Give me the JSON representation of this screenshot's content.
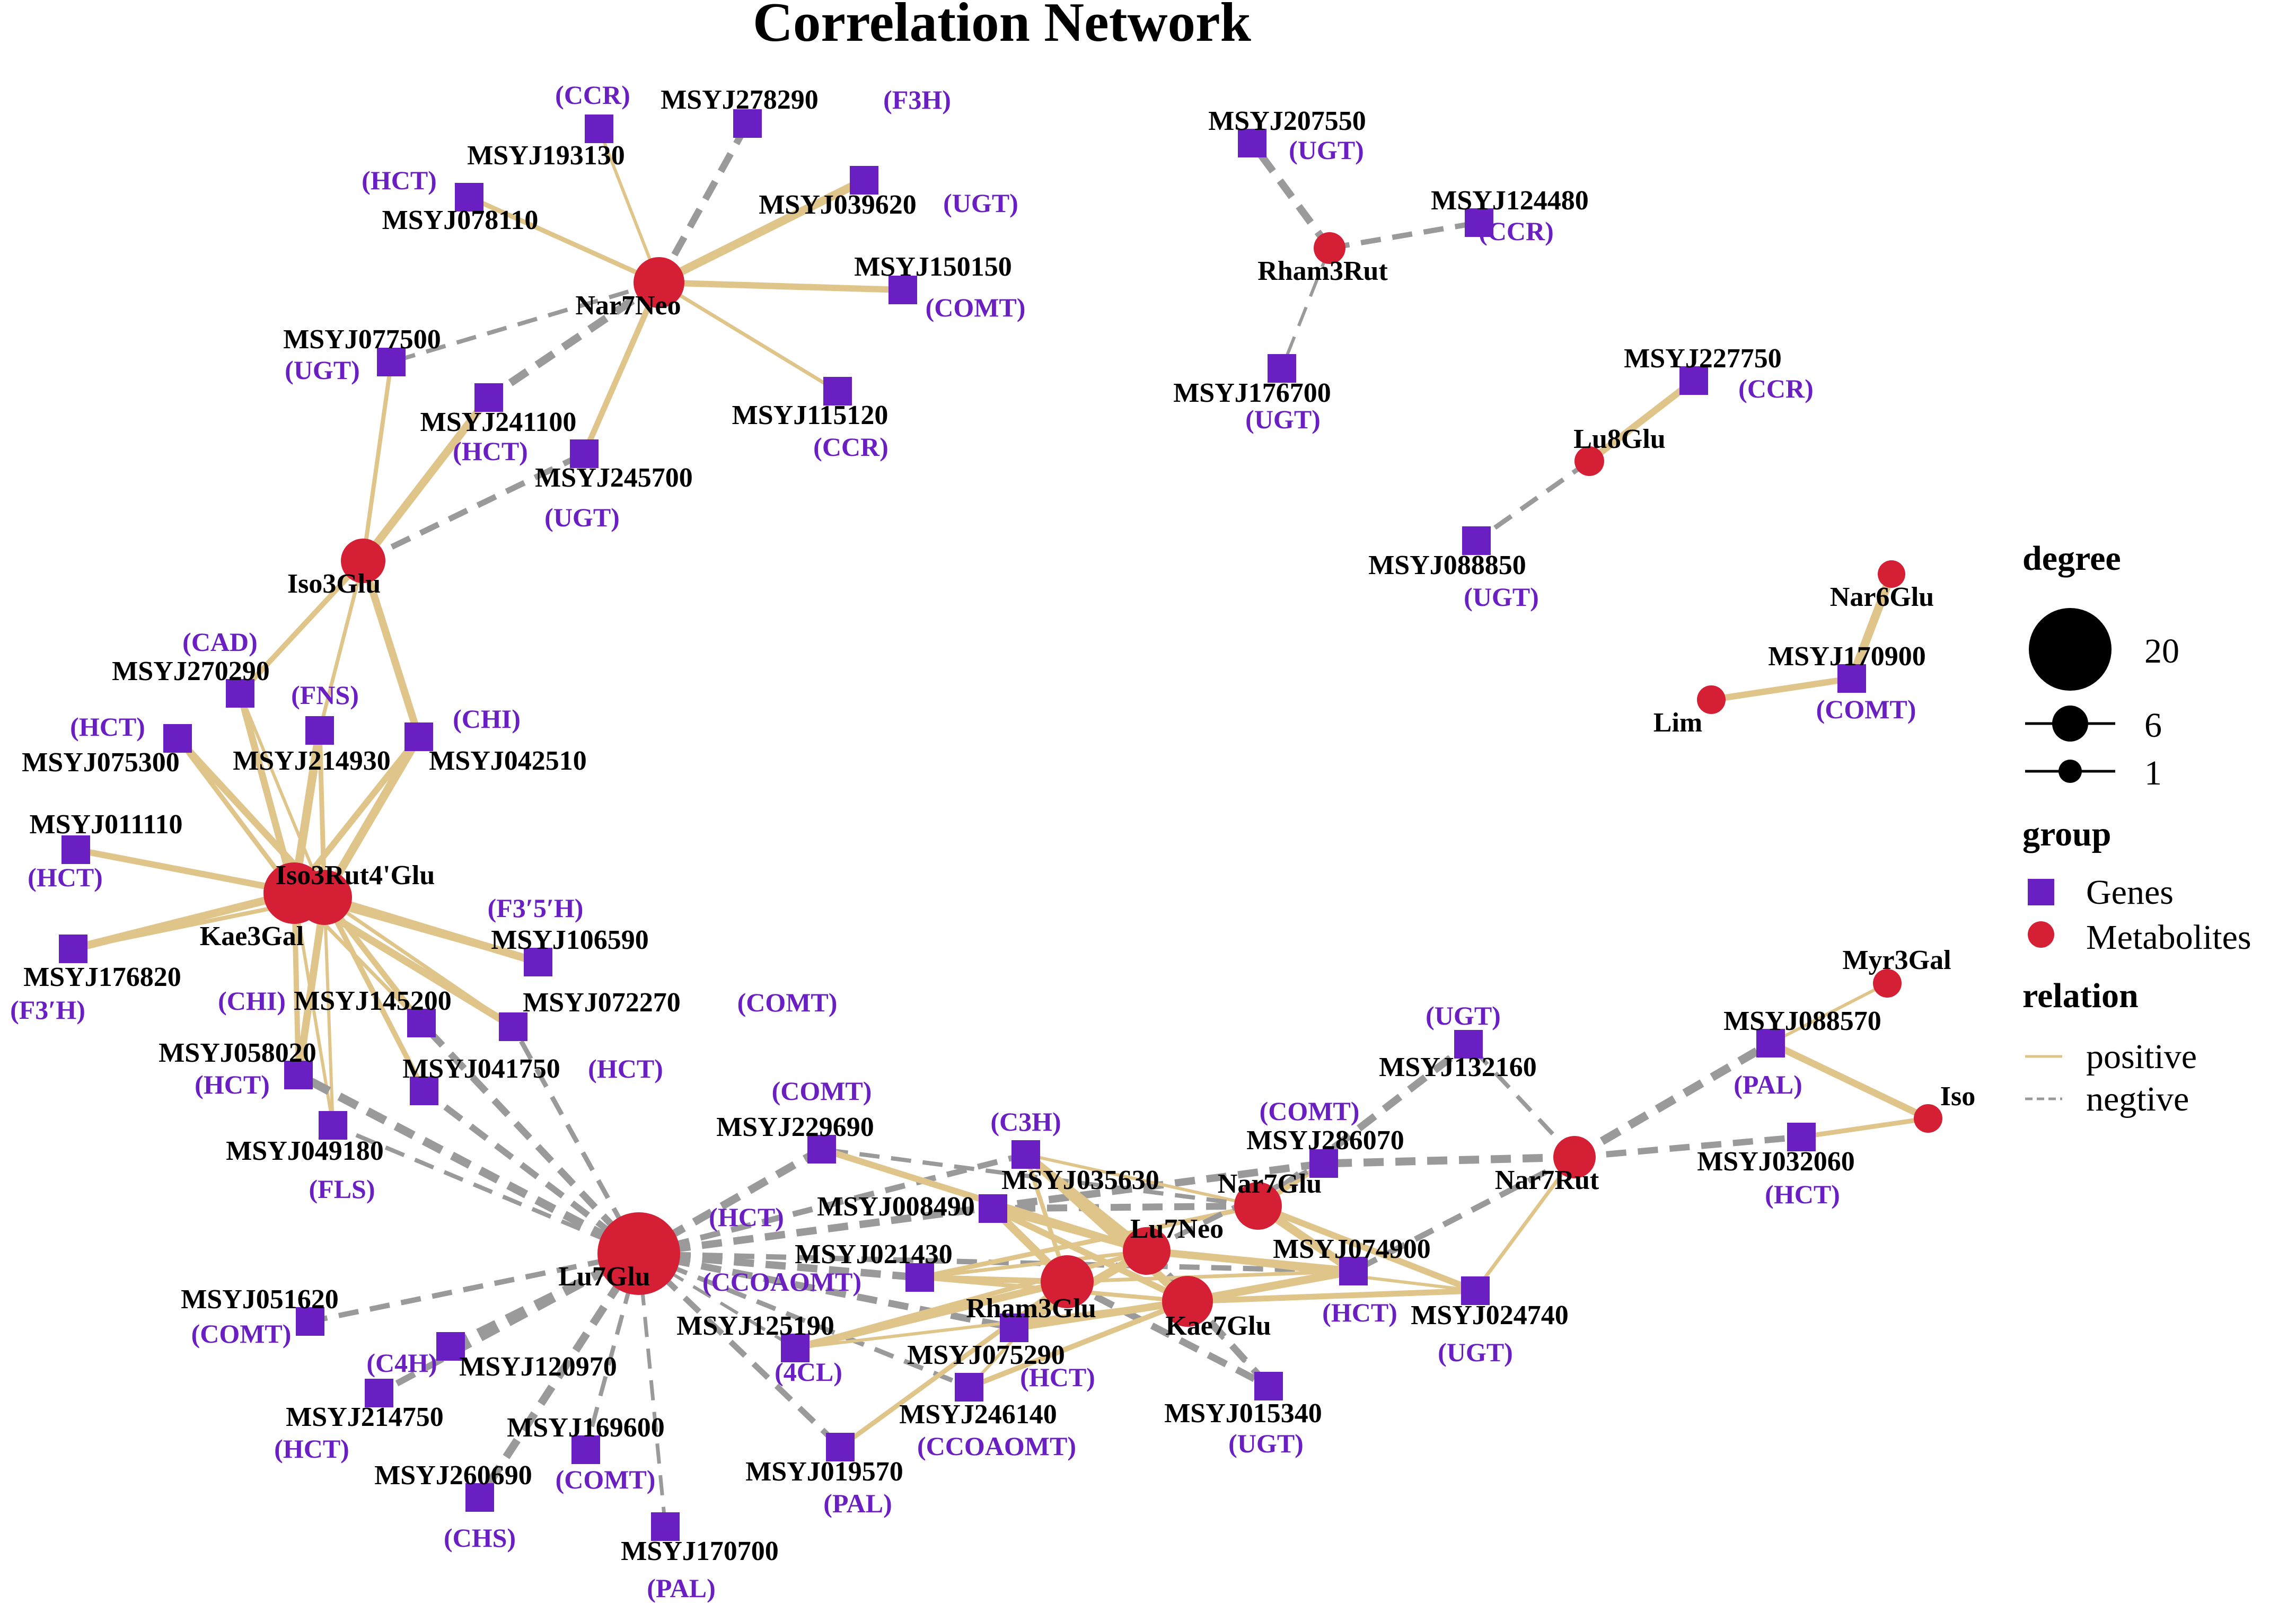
{
  "title": "Correlation Network",
  "colors": {
    "gene": "#6a1fc2",
    "metabolite": "#d41f35",
    "positive": "#e0c58a",
    "negative": "#9a9a9a",
    "annotation": "#6a1fc2"
  },
  "legend": {
    "degree_title": "degree",
    "degree_values": [
      "20",
      "6",
      "1"
    ],
    "group_title": "group",
    "groups": [
      "Genes",
      "Metabolites"
    ],
    "relation_title": "relation",
    "relations": [
      "positive",
      "negtive"
    ]
  },
  "nodes": [
    {
      "id": "MSYJ193130",
      "type": "gene",
      "annotation": "(CCR)"
    },
    {
      "id": "MSYJ278290",
      "type": "gene",
      "annotation": "(F3H)"
    },
    {
      "id": "MSYJ078110",
      "type": "gene",
      "annotation": "(HCT)"
    },
    {
      "id": "MSYJ039620",
      "type": "gene",
      "annotation": "(UGT)"
    },
    {
      "id": "MSYJ150150",
      "type": "gene",
      "annotation": "(COMT)"
    },
    {
      "id": "MSYJ077500",
      "type": "gene",
      "annotation": "(UGT)"
    },
    {
      "id": "MSYJ241100",
      "type": "gene",
      "annotation": "(HCT)"
    },
    {
      "id": "MSYJ245700",
      "type": "gene",
      "annotation": "(UGT)"
    },
    {
      "id": "MSYJ115120",
      "type": "gene",
      "annotation": "(CCR)"
    },
    {
      "id": "MSYJ207550",
      "type": "gene",
      "annotation": "(UGT)"
    },
    {
      "id": "MSYJ124480",
      "type": "gene",
      "annotation": "(CCR)"
    },
    {
      "id": "MSYJ176700",
      "type": "gene",
      "annotation": "(UGT)"
    },
    {
      "id": "MSYJ227750",
      "type": "gene",
      "annotation": "(CCR)"
    },
    {
      "id": "MSYJ088850",
      "type": "gene",
      "annotation": "(UGT)"
    },
    {
      "id": "MSYJ170900",
      "type": "gene",
      "annotation": "(COMT)"
    },
    {
      "id": "MSYJ270290",
      "type": "gene",
      "annotation": "(CAD)"
    },
    {
      "id": "MSYJ075300",
      "type": "gene",
      "annotation": "(HCT)"
    },
    {
      "id": "MSYJ214930",
      "type": "gene",
      "annotation": "(FNS)"
    },
    {
      "id": "MSYJ042510",
      "type": "gene",
      "annotation": "(CHI)"
    },
    {
      "id": "MSYJ011110",
      "type": "gene",
      "annotation": "(HCT)"
    },
    {
      "id": "MSYJ106590",
      "type": "gene",
      "annotation": "(F3′5′H)"
    },
    {
      "id": "MSYJ176820",
      "type": "gene",
      "annotation": "(F3′H)"
    },
    {
      "id": "MSYJ145200",
      "type": "gene",
      "annotation": "(CHI)"
    },
    {
      "id": "MSYJ072270",
      "type": "gene",
      "annotation": "(COMT)"
    },
    {
      "id": "MSYJ058020",
      "type": "gene",
      "annotation": "(HCT)"
    },
    {
      "id": "MSYJ041750",
      "type": "gene",
      "annotation": "(HCT)"
    },
    {
      "id": "MSYJ049180",
      "type": "gene",
      "annotation": "(FLS)"
    },
    {
      "id": "MSYJ229690",
      "type": "gene",
      "annotation": "(COMT)"
    },
    {
      "id": "MSYJ035630",
      "type": "gene",
      "annotation": "(C3H)"
    },
    {
      "id": "MSYJ008490",
      "type": "gene",
      "annotation": "(HCT)"
    },
    {
      "id": "MSYJ021430",
      "type": "gene",
      "annotation": "(CCOAOMT)"
    },
    {
      "id": "MSYJ132160",
      "type": "gene",
      "annotation": "(UGT)"
    },
    {
      "id": "MSYJ286070",
      "type": "gene",
      "annotation": "(COMT)"
    },
    {
      "id": "MSYJ088570",
      "type": "gene",
      "annotation": "(PAL)"
    },
    {
      "id": "MSYJ032060",
      "type": "gene",
      "annotation": "(HCT)"
    },
    {
      "id": "MSYJ074900",
      "type": "gene",
      "annotation": "(HCT)"
    },
    {
      "id": "MSYJ024740",
      "type": "gene",
      "annotation": "(UGT)"
    },
    {
      "id": "MSYJ051620",
      "type": "gene",
      "annotation": "(COMT)"
    },
    {
      "id": "MSYJ125190",
      "type": "gene",
      "annotation": "(4CL)"
    },
    {
      "id": "MSYJ075290",
      "type": "gene",
      "annotation": "(HCT)"
    },
    {
      "id": "MSYJ246140",
      "type": "gene",
      "annotation": "(CCOAOMT)"
    },
    {
      "id": "MSYJ015340",
      "type": "gene",
      "annotation": "(UGT)"
    },
    {
      "id": "MSYJ120970",
      "type": "gene",
      "annotation": "(C4H)"
    },
    {
      "id": "MSYJ214750",
      "type": "gene",
      "annotation": "(HCT)"
    },
    {
      "id": "MSYJ169600",
      "type": "gene",
      "annotation": "(COMT)"
    },
    {
      "id": "MSYJ260690",
      "type": "gene",
      "annotation": "(CHS)"
    },
    {
      "id": "MSYJ019570",
      "type": "gene",
      "annotation": "(PAL)"
    },
    {
      "id": "MSYJ170700",
      "type": "gene",
      "annotation": "(PAL)"
    },
    {
      "id": "Nar7Neo",
      "type": "metabolite",
      "annotation": ""
    },
    {
      "id": "Rham3Rut",
      "type": "metabolite",
      "annotation": ""
    },
    {
      "id": "Lu8Glu",
      "type": "metabolite",
      "annotation": ""
    },
    {
      "id": "Nar6Glu",
      "type": "metabolite",
      "annotation": ""
    },
    {
      "id": "Lim",
      "type": "metabolite",
      "annotation": ""
    },
    {
      "id": "Iso3Glu",
      "type": "metabolite",
      "annotation": ""
    },
    {
      "id": "Iso3Rut4'Glu",
      "type": "metabolite",
      "annotation": ""
    },
    {
      "id": "Kae3Gal",
      "type": "metabolite",
      "annotation": ""
    },
    {
      "id": "Lu7Glu",
      "type": "metabolite",
      "annotation": ""
    },
    {
      "id": "Myr3Gal",
      "type": "metabolite",
      "annotation": ""
    },
    {
      "id": "Iso",
      "type": "metabolite",
      "annotation": ""
    },
    {
      "id": "Nar7Rut",
      "type": "metabolite",
      "annotation": ""
    },
    {
      "id": "Nar7Glu",
      "type": "metabolite",
      "annotation": ""
    },
    {
      "id": "Lu7Neo",
      "type": "metabolite",
      "annotation": ""
    },
    {
      "id": "Rham3Glu",
      "type": "metabolite",
      "annotation": ""
    },
    {
      "id": "Kae7Glu",
      "type": "metabolite",
      "annotation": ""
    }
  ],
  "edges": [
    {
      "source": "Nar7Neo",
      "target": "MSYJ193130",
      "relation": "positive"
    },
    {
      "source": "Nar7Neo",
      "target": "MSYJ278290",
      "relation": "negative"
    },
    {
      "source": "Nar7Neo",
      "target": "MSYJ078110",
      "relation": "positive"
    },
    {
      "source": "Nar7Neo",
      "target": "MSYJ039620",
      "relation": "positive"
    },
    {
      "source": "Nar7Neo",
      "target": "MSYJ150150",
      "relation": "positive"
    },
    {
      "source": "Nar7Neo",
      "target": "MSYJ077500",
      "relation": "negative"
    },
    {
      "source": "Nar7Neo",
      "target": "MSYJ241100",
      "relation": "negative"
    },
    {
      "source": "Nar7Neo",
      "target": "MSYJ245700",
      "relation": "positive"
    },
    {
      "source": "Nar7Neo",
      "target": "MSYJ115120",
      "relation": "positive"
    },
    {
      "source": "Rham3Rut",
      "target": "MSYJ207550",
      "relation": "negative"
    },
    {
      "source": "Rham3Rut",
      "target": "MSYJ124480",
      "relation": "negative"
    },
    {
      "source": "Rham3Rut",
      "target": "MSYJ176700",
      "relation": "negative"
    },
    {
      "source": "Lu8Glu",
      "target": "MSYJ227750",
      "relation": "positive"
    },
    {
      "source": "Lu8Glu",
      "target": "MSYJ088850",
      "relation": "negative"
    },
    {
      "source": "Nar6Glu",
      "target": "MSYJ170900",
      "relation": "positive"
    },
    {
      "source": "Lim",
      "target": "MSYJ170900",
      "relation": "positive"
    },
    {
      "source": "Iso3Glu",
      "target": "MSYJ077500",
      "relation": "positive"
    },
    {
      "source": "Iso3Glu",
      "target": "MSYJ241100",
      "relation": "positive"
    },
    {
      "source": "Iso3Glu",
      "target": "MSYJ245700",
      "relation": "negative"
    },
    {
      "source": "Iso3Glu",
      "target": "MSYJ214930",
      "relation": "positive"
    },
    {
      "source": "Iso3Glu",
      "target": "MSYJ042510",
      "relation": "positive"
    },
    {
      "source": "Iso3Glu",
      "target": "MSYJ270290",
      "relation": "positive"
    },
    {
      "source": "Iso3Rut4'Glu",
      "target": "MSYJ270290",
      "relation": "positive"
    },
    {
      "source": "Iso3Rut4'Glu",
      "target": "MSYJ075300",
      "relation": "positive"
    },
    {
      "source": "Iso3Rut4'Glu",
      "target": "MSYJ214930",
      "relation": "positive"
    },
    {
      "source": "Iso3Rut4'Glu",
      "target": "MSYJ042510",
      "relation": "positive"
    },
    {
      "source": "Iso3Rut4'Glu",
      "target": "MSYJ011110",
      "relation": "positive"
    },
    {
      "source": "Iso3Rut4'Glu",
      "target": "MSYJ176820",
      "relation": "positive"
    },
    {
      "source": "Iso3Rut4'Glu",
      "target": "MSYJ106590",
      "relation": "positive"
    },
    {
      "source": "Iso3Rut4'Glu",
      "target": "MSYJ145200",
      "relation": "positive"
    },
    {
      "source": "Iso3Rut4'Glu",
      "target": "MSYJ072270",
      "relation": "positive"
    },
    {
      "source": "Iso3Rut4'Glu",
      "target": "MSYJ058020",
      "relation": "positive"
    },
    {
      "source": "Iso3Rut4'Glu",
      "target": "MSYJ041750",
      "relation": "positive"
    },
    {
      "source": "Iso3Rut4'Glu",
      "target": "MSYJ049180",
      "relation": "positive"
    },
    {
      "source": "Kae3Gal",
      "target": "MSYJ270290",
      "relation": "positive"
    },
    {
      "source": "Kae3Gal",
      "target": "MSYJ075300",
      "relation": "positive"
    },
    {
      "source": "Kae3Gal",
      "target": "MSYJ214930",
      "relation": "positive"
    },
    {
      "source": "Kae3Gal",
      "target": "MSYJ042510",
      "relation": "positive"
    },
    {
      "source": "Kae3Gal",
      "target": "MSYJ011110",
      "relation": "positive"
    },
    {
      "source": "Kae3Gal",
      "target": "MSYJ176820",
      "relation": "positive"
    },
    {
      "source": "Kae3Gal",
      "target": "MSYJ106590",
      "relation": "positive"
    },
    {
      "source": "Kae3Gal",
      "target": "MSYJ145200",
      "relation": "positive"
    },
    {
      "source": "Kae3Gal",
      "target": "MSYJ072270",
      "relation": "positive"
    },
    {
      "source": "Kae3Gal",
      "target": "MSYJ058020",
      "relation": "positive"
    },
    {
      "source": "Kae3Gal",
      "target": "MSYJ049180",
      "relation": "positive"
    },
    {
      "source": "Lu7Glu",
      "target": "MSYJ145200",
      "relation": "negative"
    },
    {
      "source": "Lu7Glu",
      "target": "MSYJ072270",
      "relation": "negative"
    },
    {
      "source": "Lu7Glu",
      "target": "MSYJ058020",
      "relation": "negative"
    },
    {
      "source": "Lu7Glu",
      "target": "MSYJ041750",
      "relation": "negative"
    },
    {
      "source": "Lu7Glu",
      "target": "MSYJ049180",
      "relation": "negative"
    },
    {
      "source": "Lu7Glu",
      "target": "MSYJ229690",
      "relation": "negative"
    },
    {
      "source": "Lu7Glu",
      "target": "MSYJ035630",
      "relation": "negative"
    },
    {
      "source": "Lu7Glu",
      "target": "MSYJ008490",
      "relation": "negative"
    },
    {
      "source": "Lu7Glu",
      "target": "MSYJ021430",
      "relation": "negative"
    },
    {
      "source": "Lu7Glu",
      "target": "MSYJ051620",
      "relation": "negative"
    },
    {
      "source": "Lu7Glu",
      "target": "MSYJ125190",
      "relation": "negative"
    },
    {
      "source": "Lu7Glu",
      "target": "MSYJ075290",
      "relation": "negative"
    },
    {
      "source": "Lu7Glu",
      "target": "MSYJ246140",
      "relation": "negative"
    },
    {
      "source": "Lu7Glu",
      "target": "MSYJ120970",
      "relation": "negative"
    },
    {
      "source": "Lu7Glu",
      "target": "MSYJ214750",
      "relation": "negative"
    },
    {
      "source": "Lu7Glu",
      "target": "MSYJ169600",
      "relation": "negative"
    },
    {
      "source": "Lu7Glu",
      "target": "MSYJ260690",
      "relation": "negative"
    },
    {
      "source": "Lu7Glu",
      "target": "MSYJ019570",
      "relation": "negative"
    },
    {
      "source": "Lu7Glu",
      "target": "MSYJ170700",
      "relation": "negative"
    },
    {
      "source": "Lu7Glu",
      "target": "MSYJ286070",
      "relation": "negative"
    },
    {
      "source": "Lu7Glu",
      "target": "MSYJ074900",
      "relation": "negative"
    },
    {
      "source": "Myr3Gal",
      "target": "MSYJ088570",
      "relation": "positive"
    },
    {
      "source": "Iso",
      "target": "MSYJ088570",
      "relation": "positive"
    },
    {
      "source": "Iso",
      "target": "MSYJ032060",
      "relation": "positive"
    },
    {
      "source": "Nar7Rut",
      "target": "MSYJ088570",
      "relation": "negative"
    },
    {
      "source": "Nar7Rut",
      "target": "MSYJ032060",
      "relation": "negative"
    },
    {
      "source": "Nar7Rut",
      "target": "MSYJ132160",
      "relation": "negative"
    },
    {
      "source": "Nar7Rut",
      "target": "MSYJ286070",
      "relation": "negative"
    },
    {
      "source": "Nar7Rut",
      "target": "MSYJ074900",
      "relation": "negative"
    },
    {
      "source": "Nar7Rut",
      "target": "MSYJ024740",
      "relation": "positive"
    },
    {
      "source": "Nar7Glu",
      "target": "MSYJ132160",
      "relation": "negative"
    },
    {
      "source": "Nar7Glu",
      "target": "MSYJ286070",
      "relation": "positive"
    },
    {
      "source": "Nar7Glu",
      "target": "MSYJ035630",
      "relation": "positive"
    },
    {
      "source": "Nar7Glu",
      "target": "MSYJ008490",
      "relation": "negative"
    },
    {
      "source": "Nar7Glu",
      "target": "MSYJ021430",
      "relation": "positive"
    },
    {
      "source": "Nar7Glu",
      "target": "MSYJ074900",
      "relation": "positive"
    },
    {
      "source": "Nar7Glu",
      "target": "MSYJ024740",
      "relation": "positive"
    },
    {
      "source": "Nar7Glu",
      "target": "MSYJ229690",
      "relation": "negative"
    },
    {
      "source": "Lu7Neo",
      "target": "MSYJ035630",
      "relation": "positive"
    },
    {
      "source": "Lu7Neo",
      "target": "MSYJ008490",
      "relation": "positive"
    },
    {
      "source": "Lu7Neo",
      "target": "MSYJ021430",
      "relation": "positive"
    },
    {
      "source": "Lu7Neo",
      "target": "MSYJ074900",
      "relation": "positive"
    },
    {
      "source": "Lu7Neo",
      "target": "MSYJ286070",
      "relation": "negative"
    },
    {
      "source": "Lu7Neo",
      "target": "MSYJ024740",
      "relation": "positive"
    },
    {
      "source": "Lu7Neo",
      "target": "MSYJ015340",
      "relation": "negative"
    },
    {
      "source": "Lu7Neo",
      "target": "MSYJ125190",
      "relation": "positive"
    },
    {
      "source": "Lu7Neo",
      "target": "MSYJ075290",
      "relation": "positive"
    },
    {
      "source": "Lu7Neo",
      "target": "MSYJ229690",
      "relation": "positive"
    },
    {
      "source": "Rham3Glu",
      "target": "MSYJ035630",
      "relation": "positive"
    },
    {
      "source": "Rham3Glu",
      "target": "MSYJ008490",
      "relation": "positive"
    },
    {
      "source": "Rham3Glu",
      "target": "MSYJ021430",
      "relation": "positive"
    },
    {
      "source": "Rham3Glu",
      "target": "MSYJ074900",
      "relation": "positive"
    },
    {
      "source": "Rham3Glu",
      "target": "MSYJ125190",
      "relation": "positive"
    },
    {
      "source": "Rham3Glu",
      "target": "MSYJ075290",
      "relation": "positive"
    },
    {
      "source": "Rham3Glu",
      "target": "MSYJ246140",
      "relation": "positive"
    },
    {
      "source": "Rham3Glu",
      "target": "MSYJ015340",
      "relation": "negative"
    },
    {
      "source": "Rham3Glu",
      "target": "MSYJ019570",
      "relation": "positive"
    },
    {
      "source": "Kae7Glu",
      "target": "MSYJ035630",
      "relation": "positive"
    },
    {
      "source": "Kae7Glu",
      "target": "MSYJ008490",
      "relation": "positive"
    },
    {
      "source": "Kae7Glu",
      "target": "MSYJ021430",
      "relation": "positive"
    },
    {
      "source": "Kae7Glu",
      "target": "MSYJ074900",
      "relation": "positive"
    },
    {
      "source": "Kae7Glu",
      "target": "MSYJ024740",
      "relation": "positive"
    },
    {
      "source": "Kae7Glu",
      "target": "MSYJ015340",
      "relation": "negative"
    },
    {
      "source": "Kae7Glu",
      "target": "MSYJ075290",
      "relation": "positive"
    },
    {
      "source": "Kae7Glu",
      "target": "MSYJ246140",
      "relation": "positive"
    },
    {
      "source": "Kae7Glu",
      "target": "MSYJ125190",
      "relation": "positive"
    }
  ]
}
